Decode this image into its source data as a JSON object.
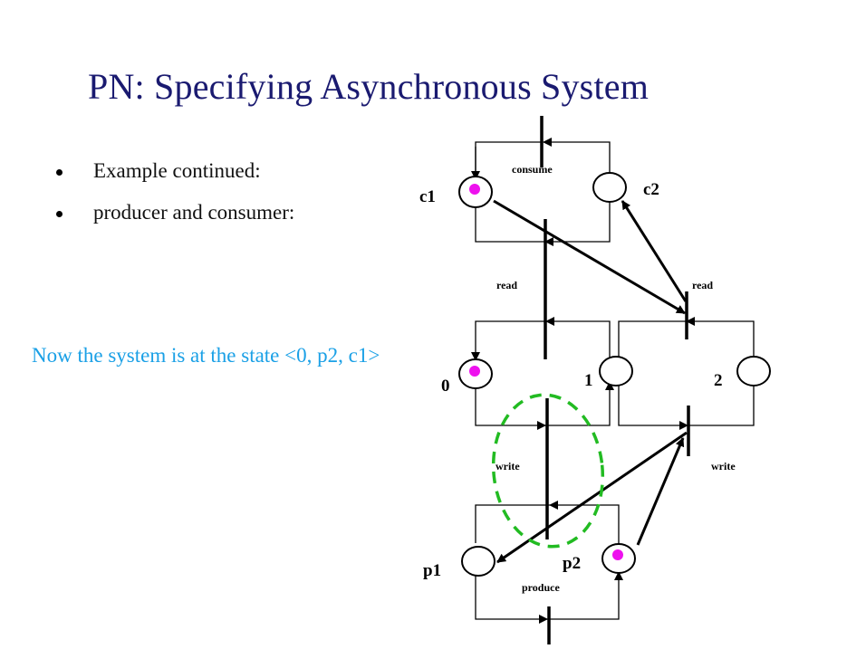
{
  "slide": {
    "title": "PN: Specifying Asynchronous System",
    "bullets": [
      "Example continued:",
      "producer and consumer:"
    ],
    "note": "Now the system is at the state <0, p2, c1>"
  },
  "diagram": {
    "places": {
      "c1": "c1",
      "c2": "c2",
      "b0": "0",
      "b1": "1",
      "b2": "2",
      "p1": "p1",
      "p2": "p2"
    },
    "transitions": {
      "consume": "consume",
      "read_left": "read",
      "read_right": "read",
      "write_left": "write",
      "write_right": "write",
      "produce": "produce"
    },
    "tokens": [
      "c1",
      "0",
      "p2"
    ],
    "colors": {
      "token": "#ee11ee",
      "highlight": "#22bb22",
      "note": "#1aa0e6",
      "title": "#1a1a70"
    }
  }
}
